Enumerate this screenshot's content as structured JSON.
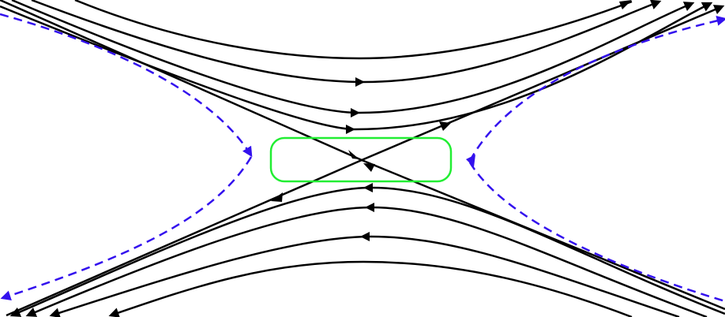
{
  "diagram": {
    "kind": "saddle point flow",
    "colors": {
      "background": "#ffffff",
      "streamline": "#000000",
      "boundary": "#3311ee",
      "region": "#22ee33"
    },
    "streamline_groups": [
      "upper",
      "lower",
      "separatrix"
    ],
    "boundary_style": "dashed",
    "region_shape": "rounded-rectangle"
  }
}
